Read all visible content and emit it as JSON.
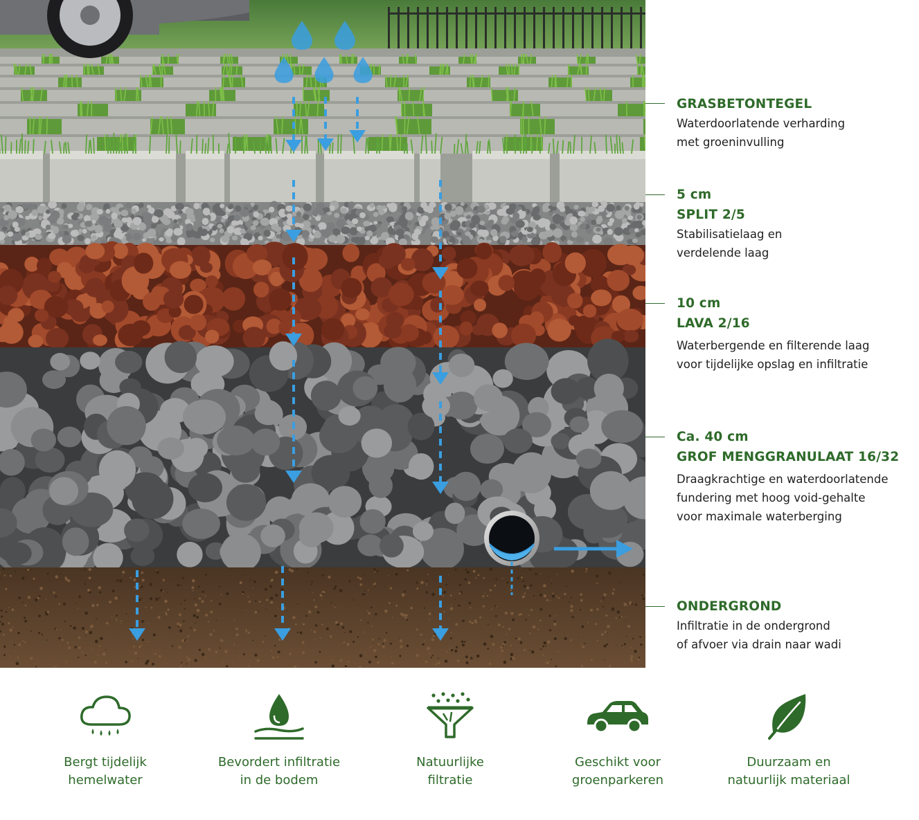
{
  "layers": [
    {
      "id": "grass",
      "depth": "",
      "title": "GRASBETONTEGEL",
      "description": "Waterdoorlatende verharding\nmet groeninvulling"
    },
    {
      "id": "split",
      "depth": "5 cm",
      "title": "SPLIT 2/5",
      "description": "Stabilisatielaag en\nverdelende laag"
    },
    {
      "id": "lava",
      "depth": "10 cm",
      "title": "LAVA 2/16",
      "description": "Waterbergende en filterende laag\nvoor tijdelijke opslag en infiltratie"
    },
    {
      "id": "menggranulaat",
      "depth": "Ca. 40 cm",
      "title": "GROF MENGGRANULAAT 16/32",
      "description": "Draagkrachtige en waterdoorlatende\nfundering met hoog void-gehalte\nvoor maximale waterberging"
    },
    {
      "id": "ondergrond",
      "depth": "",
      "title": "ONDERGROND",
      "description": "Infiltratie in de ondergrond\nof afvoer via drain naar wadi"
    }
  ],
  "benefits": [
    {
      "icon": "rain-cloud-icon",
      "label": "Bergt tijdelijk\nhemelwater"
    },
    {
      "icon": "water-drop-infiltration-icon",
      "label": "Bevordert infiltratie\nin de bodem"
    },
    {
      "icon": "filter-funnel-icon",
      "label": "Natuurlijke\nfiltratie"
    },
    {
      "icon": "car-icon",
      "label": "Geschikt voor\ngroenparkeren"
    },
    {
      "icon": "leaf-icon",
      "label": "Duurzaam en\nnatuurlijk materiaal"
    }
  ],
  "colors": {
    "brand_green": "#2e6a2a",
    "water_blue": "#3a9ee0",
    "lava": "#8a3a22",
    "split": "#8f9090",
    "granulate": "#6f7072",
    "soil": "#5e4430"
  }
}
